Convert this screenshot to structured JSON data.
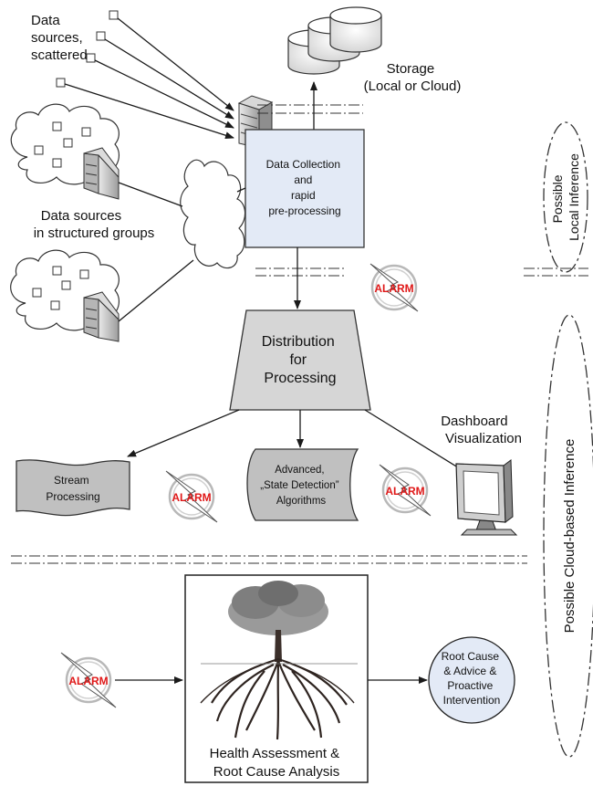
{
  "data_sources_scattered": [
    "Data",
    "sources,",
    "scattered"
  ],
  "storage": [
    "Storage",
    "(Local or Cloud)"
  ],
  "data_collection": [
    "Data Collection",
    "and",
    "rapid",
    "pre-processing"
  ],
  "data_sources_grouped": [
    "Data sources",
    "in structured groups"
  ],
  "local_inference": [
    "Possible",
    "Local Inference"
  ],
  "alarm": "ALARM",
  "distribution": [
    "Distribution",
    "for",
    "Processing"
  ],
  "dashboard": [
    "Dashboard",
    "Visualization"
  ],
  "stream_processing": [
    "Stream",
    "Processing"
  ],
  "algorithms": [
    "Advanced,",
    "„State Detection”",
    "Algorithms"
  ],
  "cloud_inference": "Possible Cloud-based Inference",
  "health_assessment": [
    "Health Assessment &",
    "Root Cause Analysis"
  ],
  "root_cause": [
    "Root Cause",
    "& Advice &",
    "Proactive",
    "Intervention"
  ],
  "colors": {
    "box_fill": "#e3eaf6",
    "trapezoid_fill": "#d6d6d6",
    "shape_fill": "#c0c0c0",
    "alarm_text": "#e01818",
    "icon_grey": "#a9a9a9"
  }
}
